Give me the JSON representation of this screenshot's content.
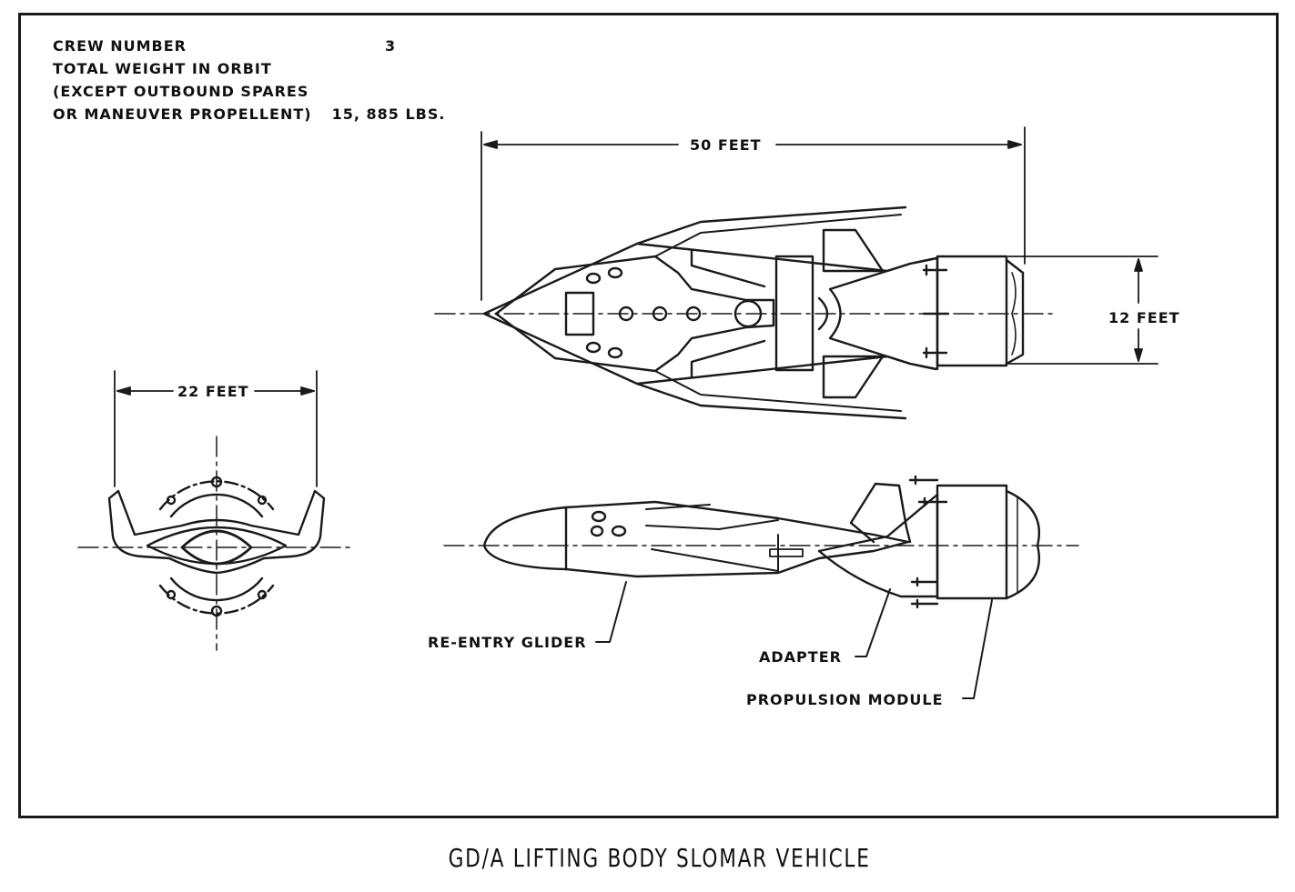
{
  "specs": {
    "crew_label": "CREW NUMBER",
    "crew_value": "3",
    "weight_line1": "TOTAL WEIGHT IN ORBIT",
    "weight_line2": "(EXCEPT OUTBOUND SPARES",
    "weight_line3": "OR MANEUVER PROPELLENT)",
    "weight_value": "15, 885 LBS."
  },
  "dimensions": {
    "length": "50 FEET",
    "width": "12 FEET",
    "span": "22 FEET"
  },
  "callouts": {
    "glider": "RE-ENTRY GLIDER",
    "adapter": "ADAPTER",
    "propulsion": "PROPULSION MODULE"
  },
  "caption": "GD/A LIFTING BODY SLOMAR VEHICLE"
}
